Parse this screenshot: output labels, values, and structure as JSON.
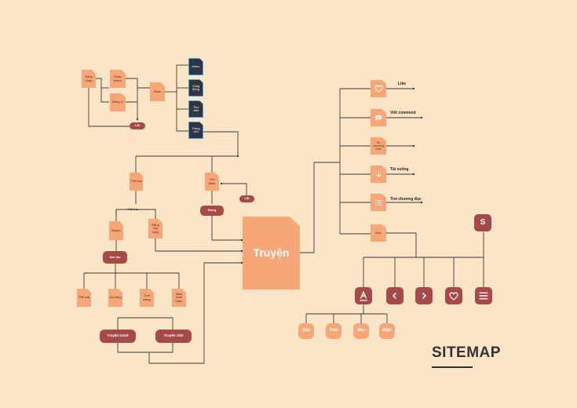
{
  "title": "SITEMAP",
  "center": "Truyện",
  "login": {
    "dang_nhap": "Đăng nhập",
    "hoan_thanh": "Hoàn thành",
    "dang_ki": "Đăng kí",
    "loi": "Lỗi",
    "main": "Main"
  },
  "main_menu": [
    "Menu",
    "Cộng đồng",
    "Thư viện",
    "Trang chủ"
  ],
  "left": {
    "the_loai": "Thể loại",
    "the_loai_label": "Thể loại",
    "button": "Button",
    "bang_xep_hang": "Bảng xếp hạng",
    "noi_loc": "Nơi lọc",
    "filters": [
      "Thể loại",
      "Số trang",
      "Tình trạng",
      "Năm phát hành"
    ],
    "truyen_tranh": "Truyện tranh",
    "truyen_chu": "Truyện chữ"
  },
  "search": {
    "tim_kiem": "Tìm kiếm",
    "loi": "Lỗi",
    "dung": "Đúng"
  },
  "actions": [
    {
      "icon": "heart-icon",
      "label": "Like"
    },
    {
      "icon": "comment-icon",
      "label": "Viết comment"
    },
    {
      "icon": "doc-icon",
      "label": "",
      "node_text": "Số chương mới"
    },
    {
      "icon": "download-icon",
      "label": "Tải xuống"
    },
    {
      "icon": "list-icon",
      "label": "Tìm chương đọc"
    }
  ],
  "doc": "Đọc",
  "reader_toolbar": {
    "top_letter": "S",
    "buttons": [
      "text-format-icon",
      "chevron-left-icon",
      "chevron-right-icon",
      "heart-icon",
      "menu-icon"
    ]
  },
  "text_options": [
    "Size",
    "Font",
    "Màu",
    "Align"
  ],
  "colors": {
    "background": "#fce5c7",
    "node": "#f7a678",
    "accent": "#a64a49",
    "dark": "#2f3642",
    "dark_border": "#4aa3df",
    "line": "#3a3a3a"
  }
}
